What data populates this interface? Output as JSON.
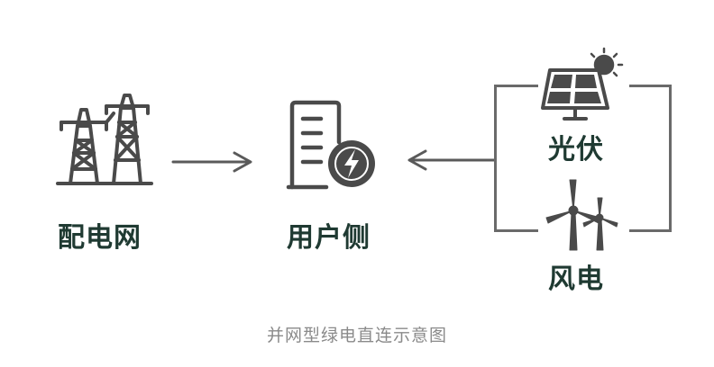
{
  "nodes": {
    "grid": {
      "label": "配电网",
      "icon": "transmission-tower-icon"
    },
    "user": {
      "label": "用户侧",
      "icon": "building-with-power-icon"
    },
    "solar": {
      "label": "光伏",
      "icon": "solar-panel-icon"
    },
    "wind": {
      "label": "风电",
      "icon": "wind-turbine-icon"
    }
  },
  "caption": "并网型绿电直连示意图",
  "colors": {
    "icon": "#4a4a4a",
    "label": "#1f3a32",
    "caption": "#8a8a8a",
    "arrow": "#5a5a5a"
  }
}
